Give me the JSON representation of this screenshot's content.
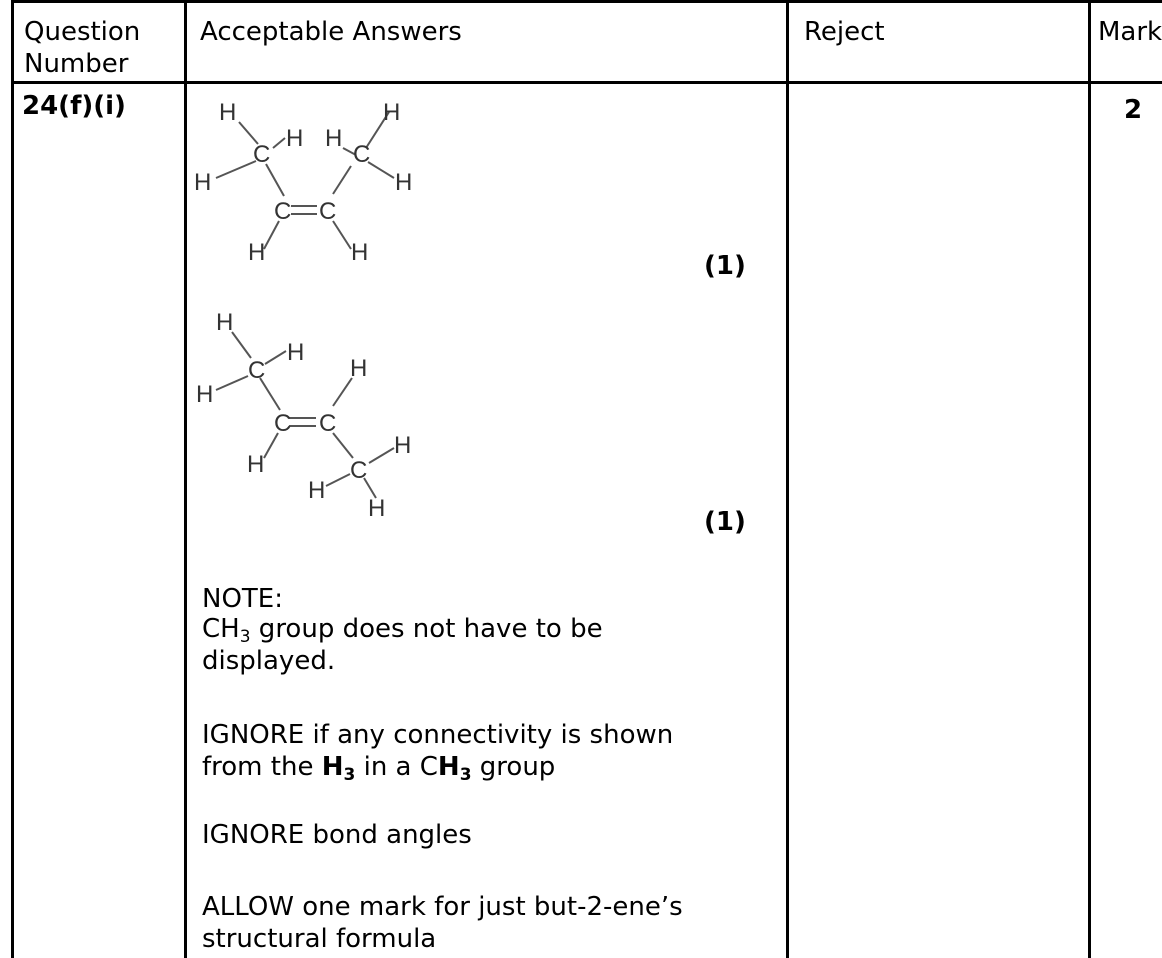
{
  "headers": {
    "question_number": [
      "Question",
      "Number"
    ],
    "acceptable_answers": "Acceptable Answers",
    "reject": "Reject",
    "mark": "Mark"
  },
  "row": {
    "question_number": "24(f)(i)",
    "mark": "2",
    "structure_1_mark": "(1)",
    "structure_2_mark": "(1)",
    "atom_h": "H",
    "atom_c": "C",
    "note_heading": "NOTE:",
    "note_ch_prefix": "CH",
    "note_ch_sub": "3",
    "note_line1_rest": " group does not have to be",
    "note_line2": "displayed.",
    "ignore1_line1": "IGNORE if any connectivity is shown",
    "ignore1_line2_a": "from the ",
    "ignore1_line2_h": "H",
    "ignore1_line2_sub": "3",
    "ignore1_line2_b": " in a C",
    "ignore1_line2_h2": "H",
    "ignore1_line2_sub2": "3",
    "ignore1_line2_c": " group",
    "ignore2": "IGNORE bond angles",
    "allow_line1": "ALLOW one mark for just but-2-ene’s",
    "allow_line2": "structural formula"
  }
}
